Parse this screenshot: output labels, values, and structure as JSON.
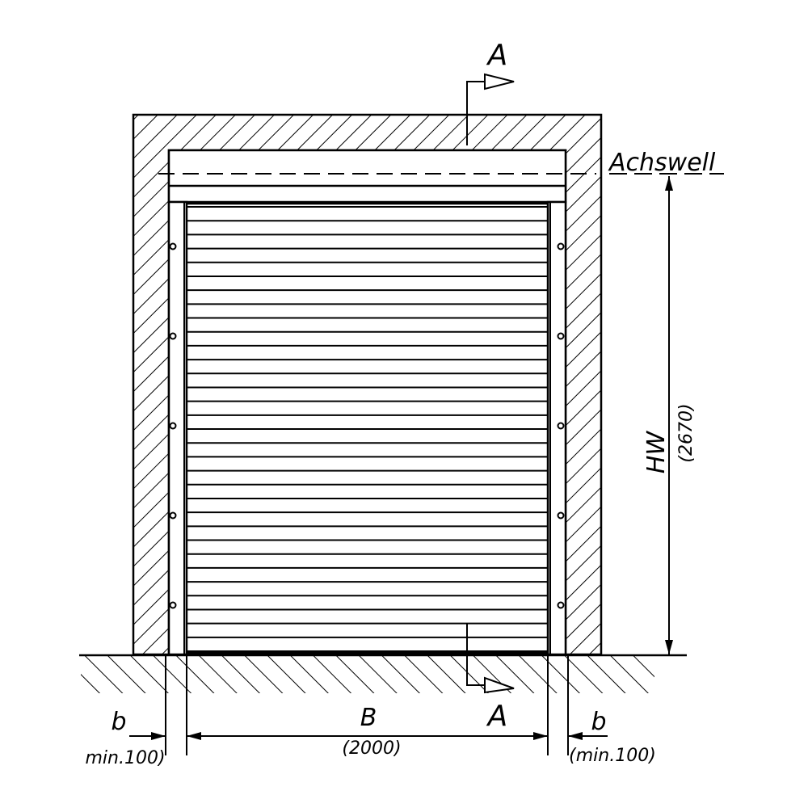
{
  "drawing": {
    "section_marker": "A",
    "axis_label": "Achswell",
    "height_label": "HW",
    "height_value": "(2670)",
    "width_label": "B",
    "width_value": "(2000)",
    "side_label_left": "b",
    "side_value_left": "min.100)",
    "side_label_right": "b",
    "side_value_right": "(min.100)",
    "slat_count": 32,
    "screw_rows": 5
  },
  "colors": {
    "ink": "#000000",
    "paper": "#ffffff"
  }
}
